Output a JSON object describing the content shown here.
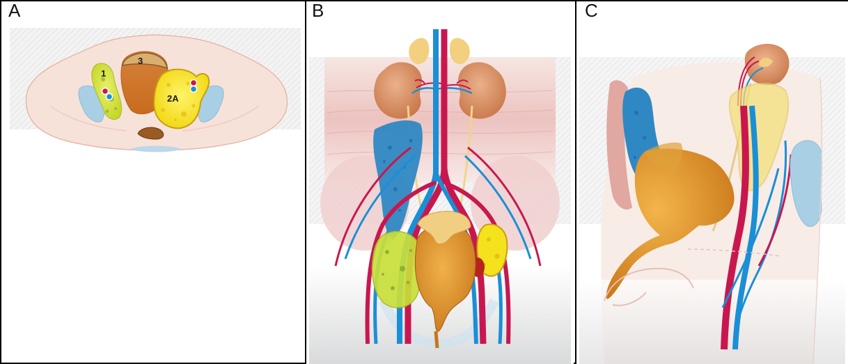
{
  "panels": [
    {
      "letter": "A"
    },
    {
      "letter": "B"
    },
    {
      "letter": "C"
    }
  ],
  "labels": {
    "region1": "1",
    "region2a": "2A",
    "region3": "3"
  },
  "colors": {
    "artery": "#c8174f",
    "vein": "#1a8fd6",
    "bladder": "#e39a1f",
    "lymph_yellow": "#f3e21c",
    "lymph_green": "#c9df3a",
    "bone_blue": "#a9cfe4",
    "kidney": "#d9905c",
    "body_skin": "#f6e3dc"
  }
}
